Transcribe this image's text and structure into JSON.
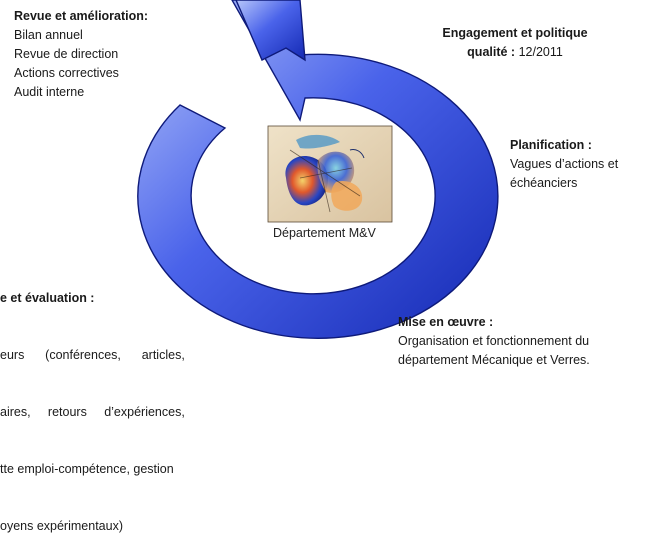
{
  "colors": {
    "arrow_light": "#9fb4f7",
    "arrow_mid": "#3b55e6",
    "arrow_dark": "#1226b8",
    "arrow_stroke": "#0e1a7a"
  },
  "center": {
    "image_icon": "material-stress-photo",
    "label": "Département M&V"
  },
  "revue": {
    "title": "Revue et amélioration:",
    "items": [
      "Bilan annuel",
      "Revue de direction",
      "Actions correctives",
      "Audit interne"
    ]
  },
  "engagement": {
    "title_line1": "Engagement et politique",
    "title_line2": "qualité :",
    "value": " 12/2011"
  },
  "planification": {
    "title": "Planification :",
    "line1": "Vagues d’actions et",
    "line2": "échéanciers"
  },
  "mesure": {
    "title": "e et évaluation :",
    "line1": "eurs      (conférences,      articles,",
    "line2": "aires,     retours     d’expériences,",
    "line3": "tte emploi-compétence, gestion",
    "line4": "oyens expérimentaux)"
  },
  "mise": {
    "title": "Mise en œuvre :",
    "line1": "Organisation et fonctionnement du",
    "line2": "département Mécanique et Verres."
  }
}
